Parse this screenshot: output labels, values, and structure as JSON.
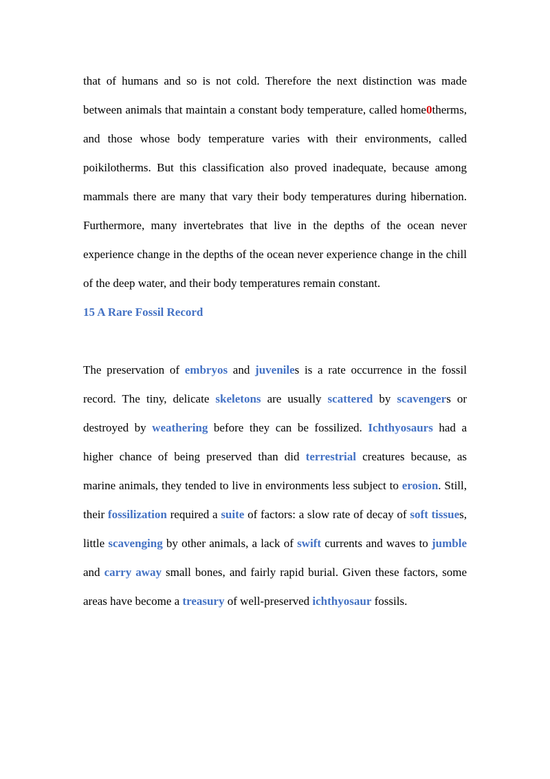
{
  "paragraph1": {
    "t1": "that of humans and so is not cold. Therefore the next distinction was made between animals that maintain a constant body temperature, called home",
    "red1": "0",
    "t2": "therms, and those whose body temperature varies with their environments, called poikilotherms. But this classification also proved inadequate, because among mammals there are many that vary their body temperatures during hibernation. Furthermore, many invertebrates that live in the depths of the ocean never experience change in the depths of the ocean never experience change in the chill of the deep water, and their body temperatures remain constant."
  },
  "heading": "15 A Rare Fossil Record",
  "paragraph2": {
    "s1": "The preservation of ",
    "k1": "embryos",
    "s2": " and ",
    "k2": "juvenile",
    "s3": "s is a rate occurrence in the fossil record. The tiny, delicate ",
    "k3": "skeletons",
    "s4": " are usually ",
    "k4": "scattered",
    "s5": " by ",
    "k5": "scavenger",
    "s6": "s or destroyed by ",
    "k6": "weathering",
    "s7": " before they can be fossilized. ",
    "k7": "Ichthyosaurs",
    "s8": " had a higher chance of being preserved than did ",
    "k8": "terrestrial",
    "s9": " creatures because, as marine animals, they tended to live in environments less subject to ",
    "k9": "erosion",
    "s10": ". Still, their ",
    "k10": "fossilization",
    "s11": " required a ",
    "k11": "suite",
    "s12": " of factors: a slow rate of decay of ",
    "k12": "soft tissue",
    "s13": "s, little ",
    "k13": "scavenging",
    "s14": " by other animals, a lack of ",
    "k14": "swift",
    "s15": " currents and waves to ",
    "k15": "jumble",
    "s16": " and ",
    "k16": "carry away",
    "s17": " small bones, and fairly rapid burial. Given these factors, some areas have become a ",
    "k17": "treasury",
    "s18": " of well-preserved ",
    "k18": "ichthyosaur",
    "s19": " fossils."
  },
  "colors": {
    "keyword": "#4472c4",
    "error": "#e00000",
    "text": "#000000"
  }
}
